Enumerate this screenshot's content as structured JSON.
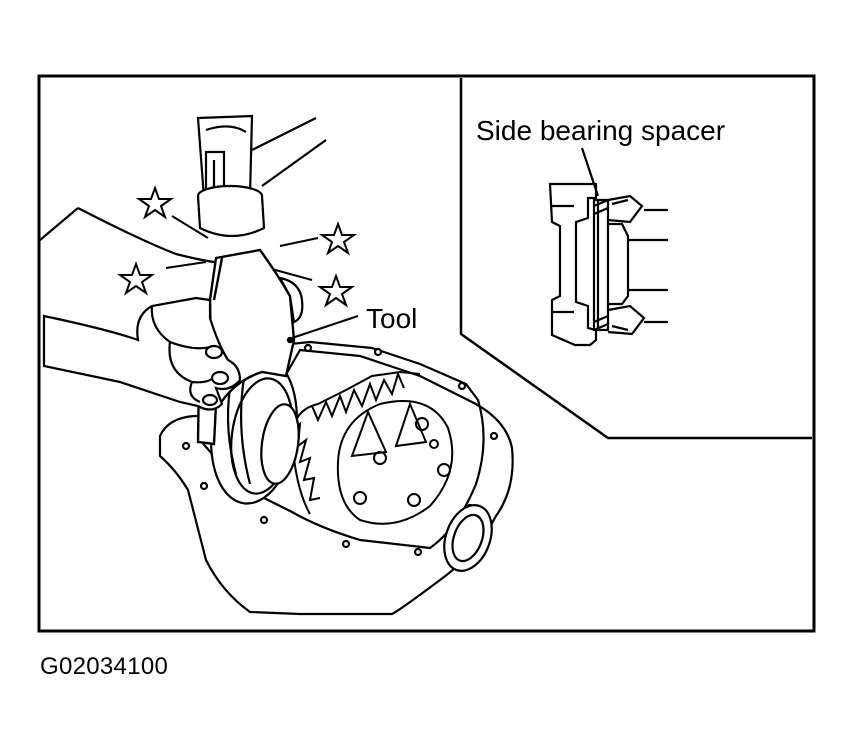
{
  "labels": {
    "side_bearing_spacer": "Side bearing spacer",
    "tool": "Tool"
  },
  "figure_code": "G02034100",
  "colors": {
    "ink": "#000000",
    "paper": "#ffffff"
  }
}
